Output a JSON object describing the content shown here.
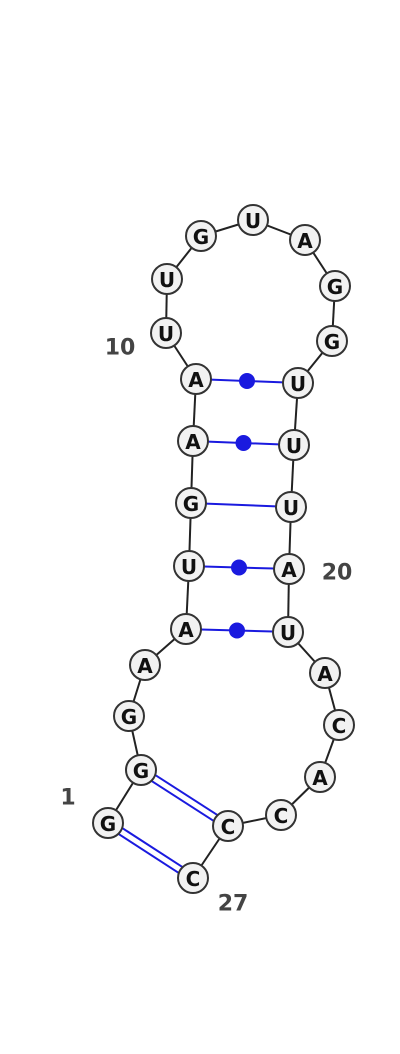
{
  "colors": {
    "backbone": "#222222",
    "pair": "#1a1adf",
    "node_fill": "#f2f2f2",
    "node_stroke": "#333333",
    "label": "#444444"
  },
  "sequence": [
    "G",
    "G",
    "G",
    "A",
    "A",
    "U",
    "G",
    "A",
    "A",
    "U",
    "U",
    "G",
    "U",
    "A",
    "G",
    "G",
    "U",
    "U",
    "U",
    "A",
    "U",
    "A",
    "C",
    "A",
    "C",
    "C",
    "C"
  ],
  "pairs": [
    {
      "i": 1,
      "j": 27,
      "type": "canonical"
    },
    {
      "i": 2,
      "j": 26,
      "type": "canonical"
    },
    {
      "i": 5,
      "j": 21,
      "type": "wobble"
    },
    {
      "i": 6,
      "j": 20,
      "type": "wobble"
    },
    {
      "i": 7,
      "j": 19,
      "type": "canonical"
    },
    {
      "i": 8,
      "j": 18,
      "type": "wobble"
    },
    {
      "i": 9,
      "j": 17,
      "type": "wobble"
    }
  ],
  "position_labels": [
    {
      "index": 1,
      "text": "1"
    },
    {
      "index": 10,
      "text": "10"
    },
    {
      "index": 20,
      "text": "20"
    },
    {
      "index": 27,
      "text": "27"
    }
  ]
}
